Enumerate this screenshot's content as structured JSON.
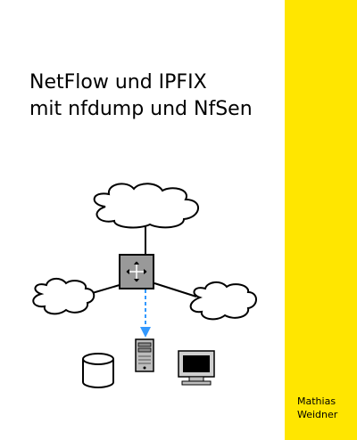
{
  "cover": {
    "title_line1": "NetFlow und IPFIX",
    "title_line2": "mit nfdump und NfSen",
    "author_first": "Mathias",
    "author_last": "Weidner"
  },
  "colors": {
    "band": "#ffe600",
    "arrow": "#3399ff",
    "router": "#999999"
  },
  "icons": [
    "cloud-icon",
    "router-icon",
    "database-icon",
    "server-icon",
    "monitor-icon"
  ]
}
